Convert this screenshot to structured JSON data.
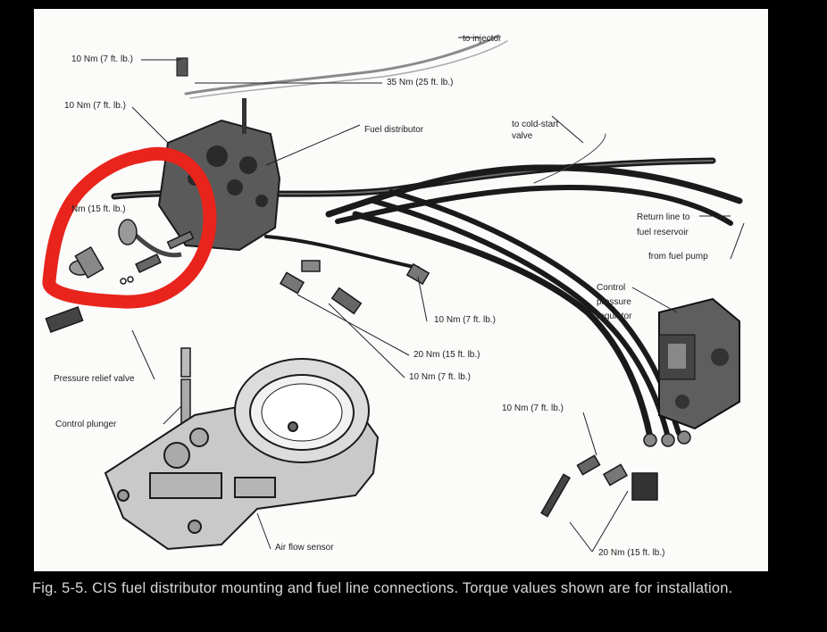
{
  "diagram": {
    "labels": {
      "to_injector": "to injector",
      "torque_top_left": "10 Nm (7 ft. lb.)",
      "torque_35": "35 Nm (25 ft. lb.)",
      "torque_left": "10 Nm (7 ft. lb.)",
      "fuel_distributor": "Fuel distributor",
      "to_cold_start": "to cold-start",
      "valve": "valve",
      "torque_15_circled": "Nm (15 ft. lb.)",
      "return_line": "Return line to",
      "fuel_reservoir": "fuel reservoir",
      "from_fuel_pump": "from fuel pump",
      "control": "Control",
      "pressure": "pressure",
      "regulator": "regulator",
      "torque_center": "10 Nm (7 ft. lb.)",
      "torque_20_center": "20 Nm (15 ft. lb.)",
      "torque_10_lower": "10 Nm (7 ft. lb.)",
      "pressure_relief_valve": "Pressure relief valve",
      "control_plunger": "Control plunger",
      "torque_right": "10 Nm (7 ft. lb.)",
      "air_flow_sensor": "Air flow sensor",
      "torque_20_bottom": "20 Nm (15 ft. lb.)"
    },
    "caption": "Fig. 5-5. CIS fuel distributor mounting and fuel line connections. Torque values shown are for installation.",
    "annotation_color": "#e8241c"
  }
}
